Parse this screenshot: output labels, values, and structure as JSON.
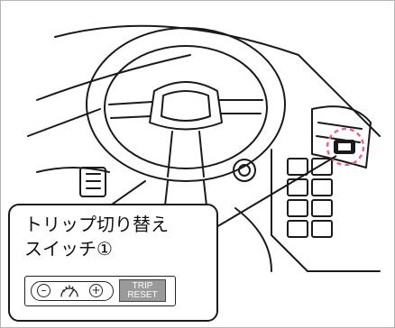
{
  "callout": {
    "line1": "トリップ切り替え",
    "line2": "スイッチ①"
  },
  "switch": {
    "minus_symbol": "⊖",
    "plus_symbol": "⊕",
    "trip_label": "TRIP",
    "reset_label": "RESET",
    "icons": [
      "minus-icon",
      "odometer-icon",
      "plus-icon"
    ]
  },
  "colors": {
    "line": "#1a1a1a",
    "button_fill": "#9a9a9a",
    "highlight_circle": "#e06a8a"
  }
}
